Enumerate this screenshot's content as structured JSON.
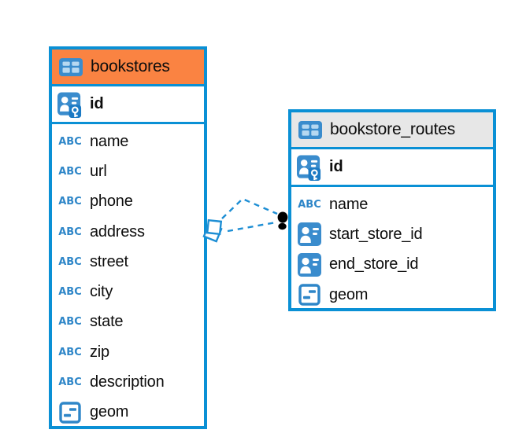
{
  "diagram": {
    "background_color": "#ffffff",
    "accent_blue": "#0a90d5",
    "icon_blue": "#3a8ccd",
    "tables": [
      {
        "name": "bookstores",
        "title": "bookstores",
        "header_color": "#fa8342",
        "header_icon": "table-icon",
        "primary_key": {
          "name": "id",
          "icon": "person-key-icon"
        },
        "columns": [
          {
            "name": "name",
            "icon": "abc-text-icon"
          },
          {
            "name": "url",
            "icon": "abc-text-icon"
          },
          {
            "name": "phone",
            "icon": "abc-text-icon"
          },
          {
            "name": "address",
            "icon": "abc-text-icon"
          },
          {
            "name": "street",
            "icon": "abc-text-icon"
          },
          {
            "name": "city",
            "icon": "abc-text-icon"
          },
          {
            "name": "state",
            "icon": "abc-text-icon"
          },
          {
            "name": "zip",
            "icon": "abc-text-icon"
          },
          {
            "name": "description",
            "icon": "abc-text-icon"
          },
          {
            "name": "geom",
            "icon": "geometry-icon"
          }
        ]
      },
      {
        "name": "bookstore_routes",
        "title": "bookstore_routes",
        "header_color": "#e7e7e7",
        "header_icon": "table-icon",
        "primary_key": {
          "name": "id",
          "icon": "person-key-icon"
        },
        "columns": [
          {
            "name": "name",
            "icon": "abc-text-icon"
          },
          {
            "name": "start_store_id",
            "icon": "person-ref-icon"
          },
          {
            "name": "end_store_id",
            "icon": "person-ref-icon"
          },
          {
            "name": "geom",
            "icon": "geometry-icon"
          }
        ]
      }
    ],
    "relationships": [
      {
        "from": "bookstore_routes.start_store_id",
        "to": "bookstores.id",
        "style": "dashed"
      },
      {
        "from": "bookstore_routes.end_store_id",
        "to": "bookstores.id",
        "style": "dashed"
      }
    ]
  }
}
